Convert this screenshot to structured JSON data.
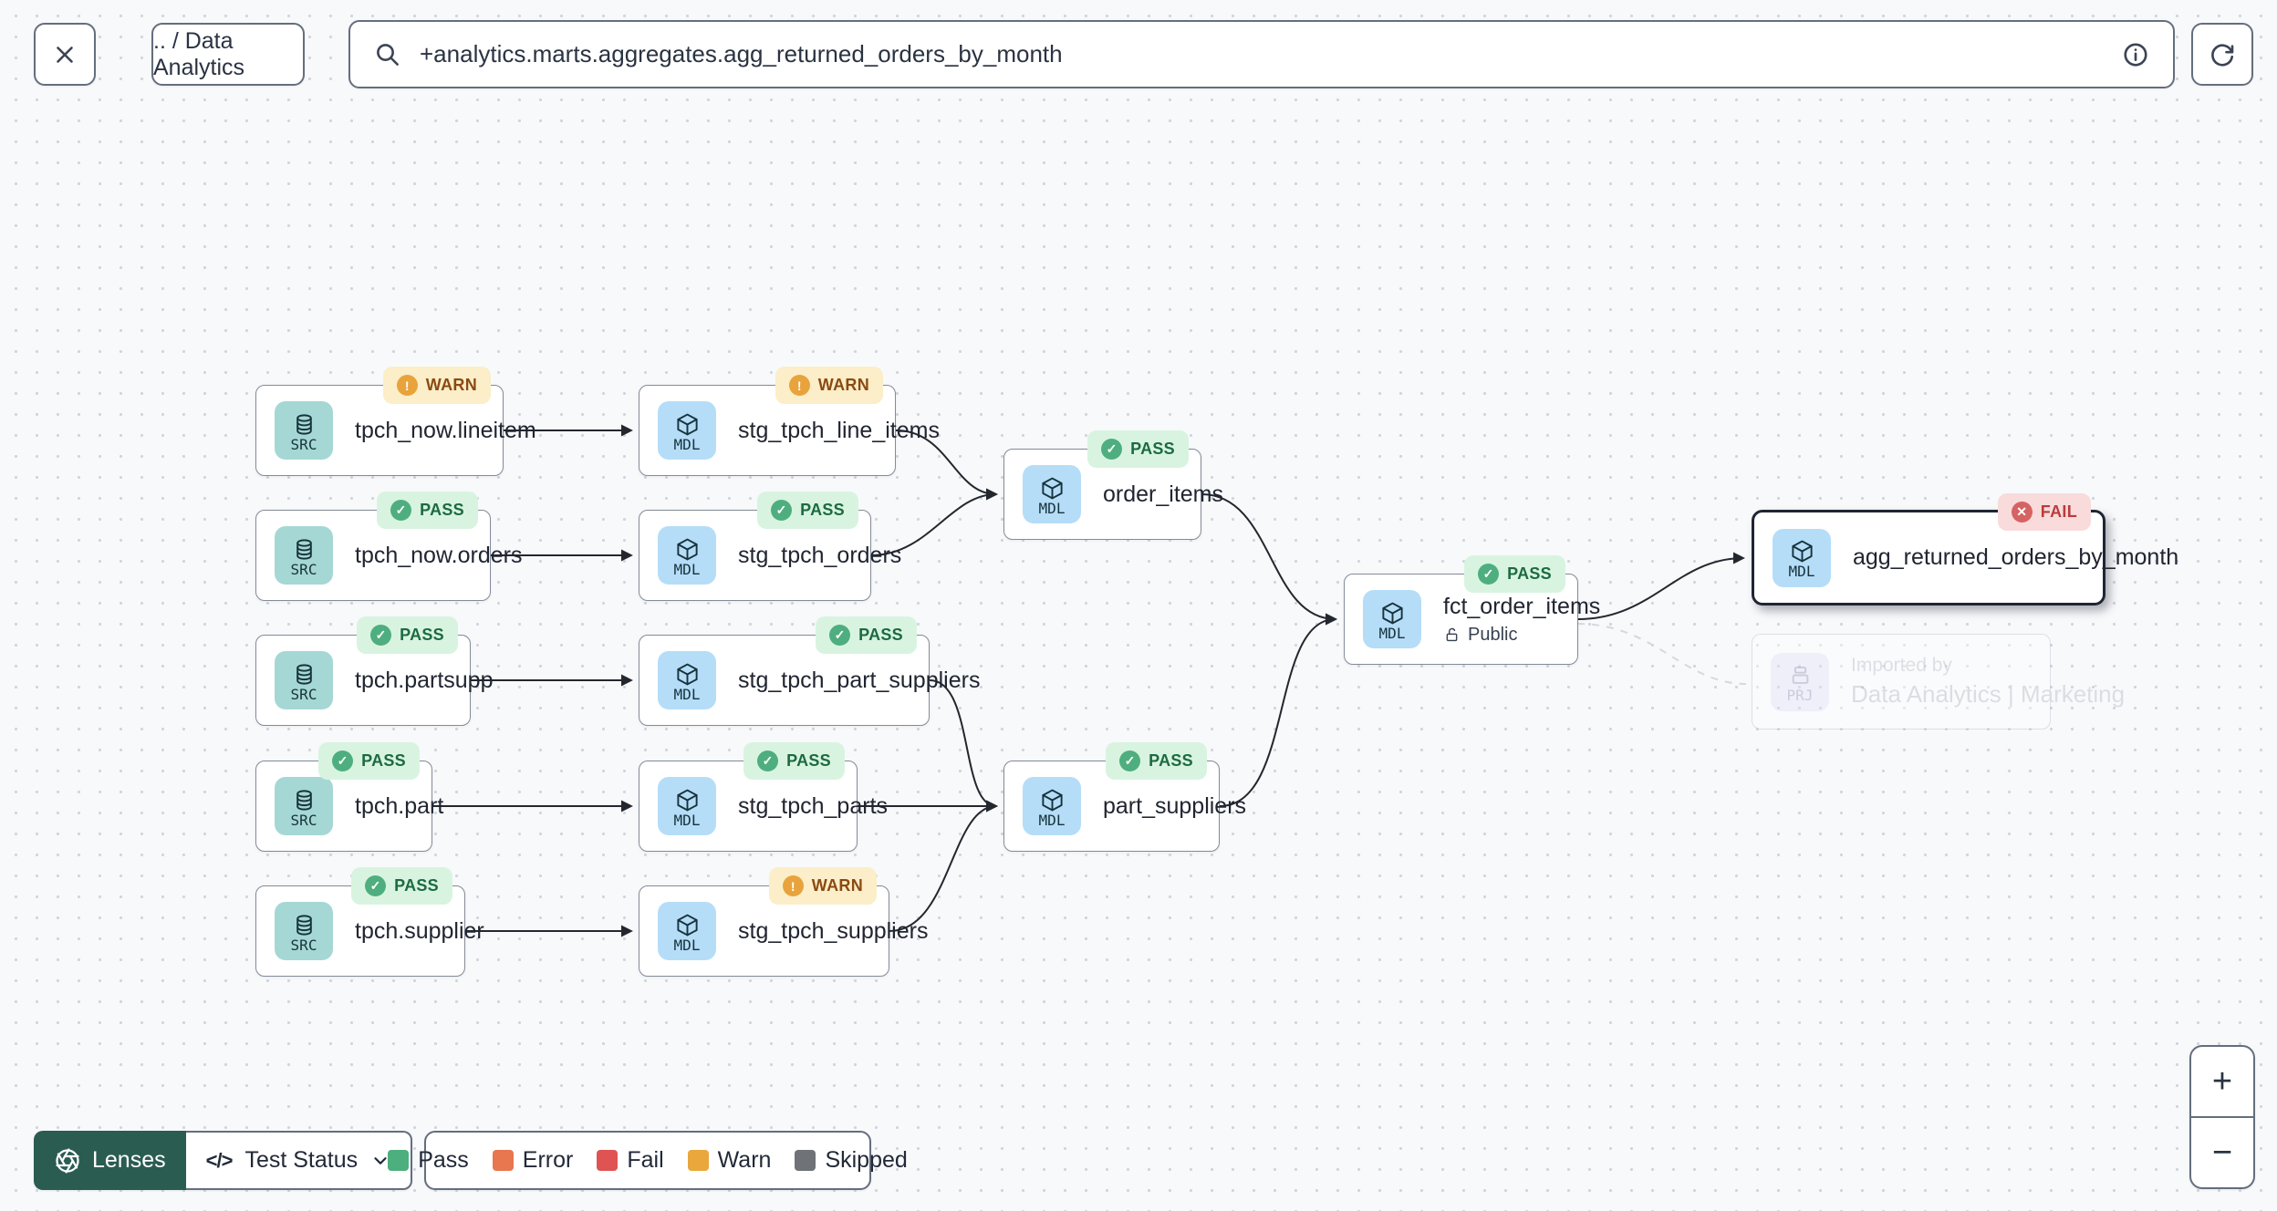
{
  "topbar": {
    "breadcrumb": ".. / Data Analytics",
    "search_value": "+analytics.marts.aggregates.agg_returned_orders_by_month"
  },
  "badge_labels": {
    "pass": "PASS",
    "warn": "WARN",
    "fail": "FAIL"
  },
  "badge_glyphs": {
    "pass": "✓",
    "warn": "!",
    "fail": "✕"
  },
  "nodes": {
    "tpch_now_lineitem": {
      "type": "SRC",
      "label": "tpch_now.lineitem",
      "badge": "WARN"
    },
    "stg_tpch_line_items": {
      "type": "MDL",
      "label": "stg_tpch_line_items",
      "badge": "WARN"
    },
    "tpch_now_orders": {
      "type": "SRC",
      "label": "tpch_now.orders",
      "badge": "PASS"
    },
    "stg_tpch_orders": {
      "type": "MDL",
      "label": "stg_tpch_orders",
      "badge": "PASS"
    },
    "tpch_partsupp": {
      "type": "SRC",
      "label": "tpch.partsupp",
      "badge": "PASS"
    },
    "stg_tpch_part_suppliers": {
      "type": "MDL",
      "label": "stg_tpch_part_suppliers",
      "badge": "PASS"
    },
    "tpch_part": {
      "type": "SRC",
      "label": "tpch.part",
      "badge": "PASS"
    },
    "stg_tpch_parts": {
      "type": "MDL",
      "label": "stg_tpch_parts",
      "badge": "PASS"
    },
    "tpch_supplier": {
      "type": "SRC",
      "label": "tpch.supplier",
      "badge": "PASS"
    },
    "stg_tpch_suppliers": {
      "type": "MDL",
      "label": "stg_tpch_suppliers",
      "badge": "WARN"
    },
    "order_items": {
      "type": "MDL",
      "label": "order_items",
      "badge": "PASS"
    },
    "part_suppliers": {
      "type": "MDL",
      "label": "part_suppliers",
      "badge": "PASS"
    },
    "fct_order_items": {
      "type": "MDL",
      "label": "fct_order_items",
      "badge": "PASS",
      "access": "Public"
    },
    "agg_returned_orders_by_month": {
      "type": "MDL",
      "label": "agg_returned_orders_by_month",
      "badge": "FAIL"
    },
    "imported_by": {
      "type": "PRJ",
      "title": "Imported by",
      "label": "Data Analytics | Marketing"
    }
  },
  "toolbar": {
    "lenses_label": "Lenses",
    "lens_selected": "Test Status"
  },
  "legend": {
    "items": [
      {
        "label": "Pass",
        "color": "#4caf7d"
      },
      {
        "label": "Error",
        "color": "#e8764f"
      },
      {
        "label": "Fail",
        "color": "#df5353"
      },
      {
        "label": "Warn",
        "color": "#e9a73c"
      },
      {
        "label": "Skipped",
        "color": "#6f7276"
      }
    ]
  },
  "zoom_controls": {
    "zoom_in": "+",
    "zoom_out": "−"
  }
}
